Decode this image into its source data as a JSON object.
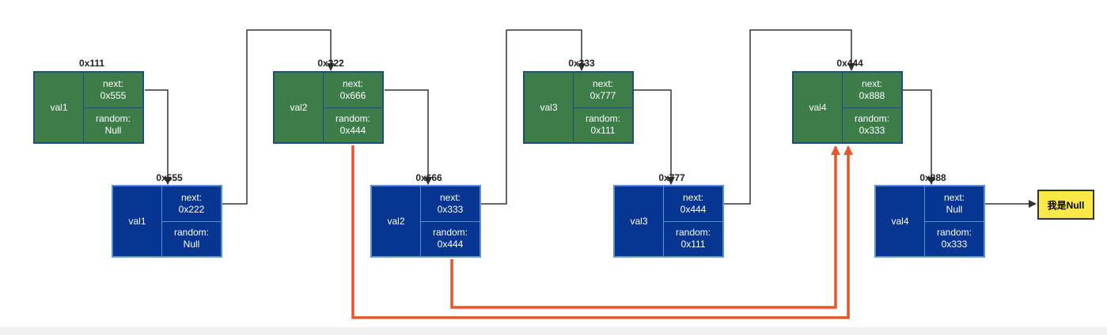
{
  "colors": {
    "green_node": "#3d7d4a",
    "blue_node": "#073592",
    "random_arrow": "#e8552b",
    "null_box": "#fbe94a"
  },
  "nodes": {
    "n111": {
      "address": "0x111",
      "val": "val1",
      "next_label": "next:",
      "next_value": "0x555",
      "random_label": "random:",
      "random_value": "Null"
    },
    "n555": {
      "address": "0x555",
      "val": "val1",
      "next_label": "next:",
      "next_value": "0x222",
      "random_label": "random:",
      "random_value": "Null"
    },
    "n222": {
      "address": "0x222",
      "val": "val2",
      "next_label": "next:",
      "next_value": "0x666",
      "random_label": "random:",
      "random_value": "0x444"
    },
    "n666": {
      "address": "0x666",
      "val": "val2",
      "next_label": "next:",
      "next_value": "0x333",
      "random_label": "random:",
      "random_value": "0x444"
    },
    "n333": {
      "address": "0x333",
      "val": "val3",
      "next_label": "next:",
      "next_value": "0x777",
      "random_label": "random:",
      "random_value": "0x111"
    },
    "n777": {
      "address": "0x777",
      "val": "val3",
      "next_label": "next:",
      "next_value": "0x444",
      "random_label": "random:",
      "random_value": "0x111"
    },
    "n444": {
      "address": "0x444",
      "val": "val4",
      "next_label": "next:",
      "next_value": "0x888",
      "random_label": "random:",
      "random_value": "0x333"
    },
    "n888": {
      "address": "0x888",
      "val": "val4",
      "next_label": "next:",
      "next_value": "Null",
      "random_label": "random:",
      "random_value": "0x333"
    }
  },
  "null_box": {
    "label": "我是Null"
  }
}
